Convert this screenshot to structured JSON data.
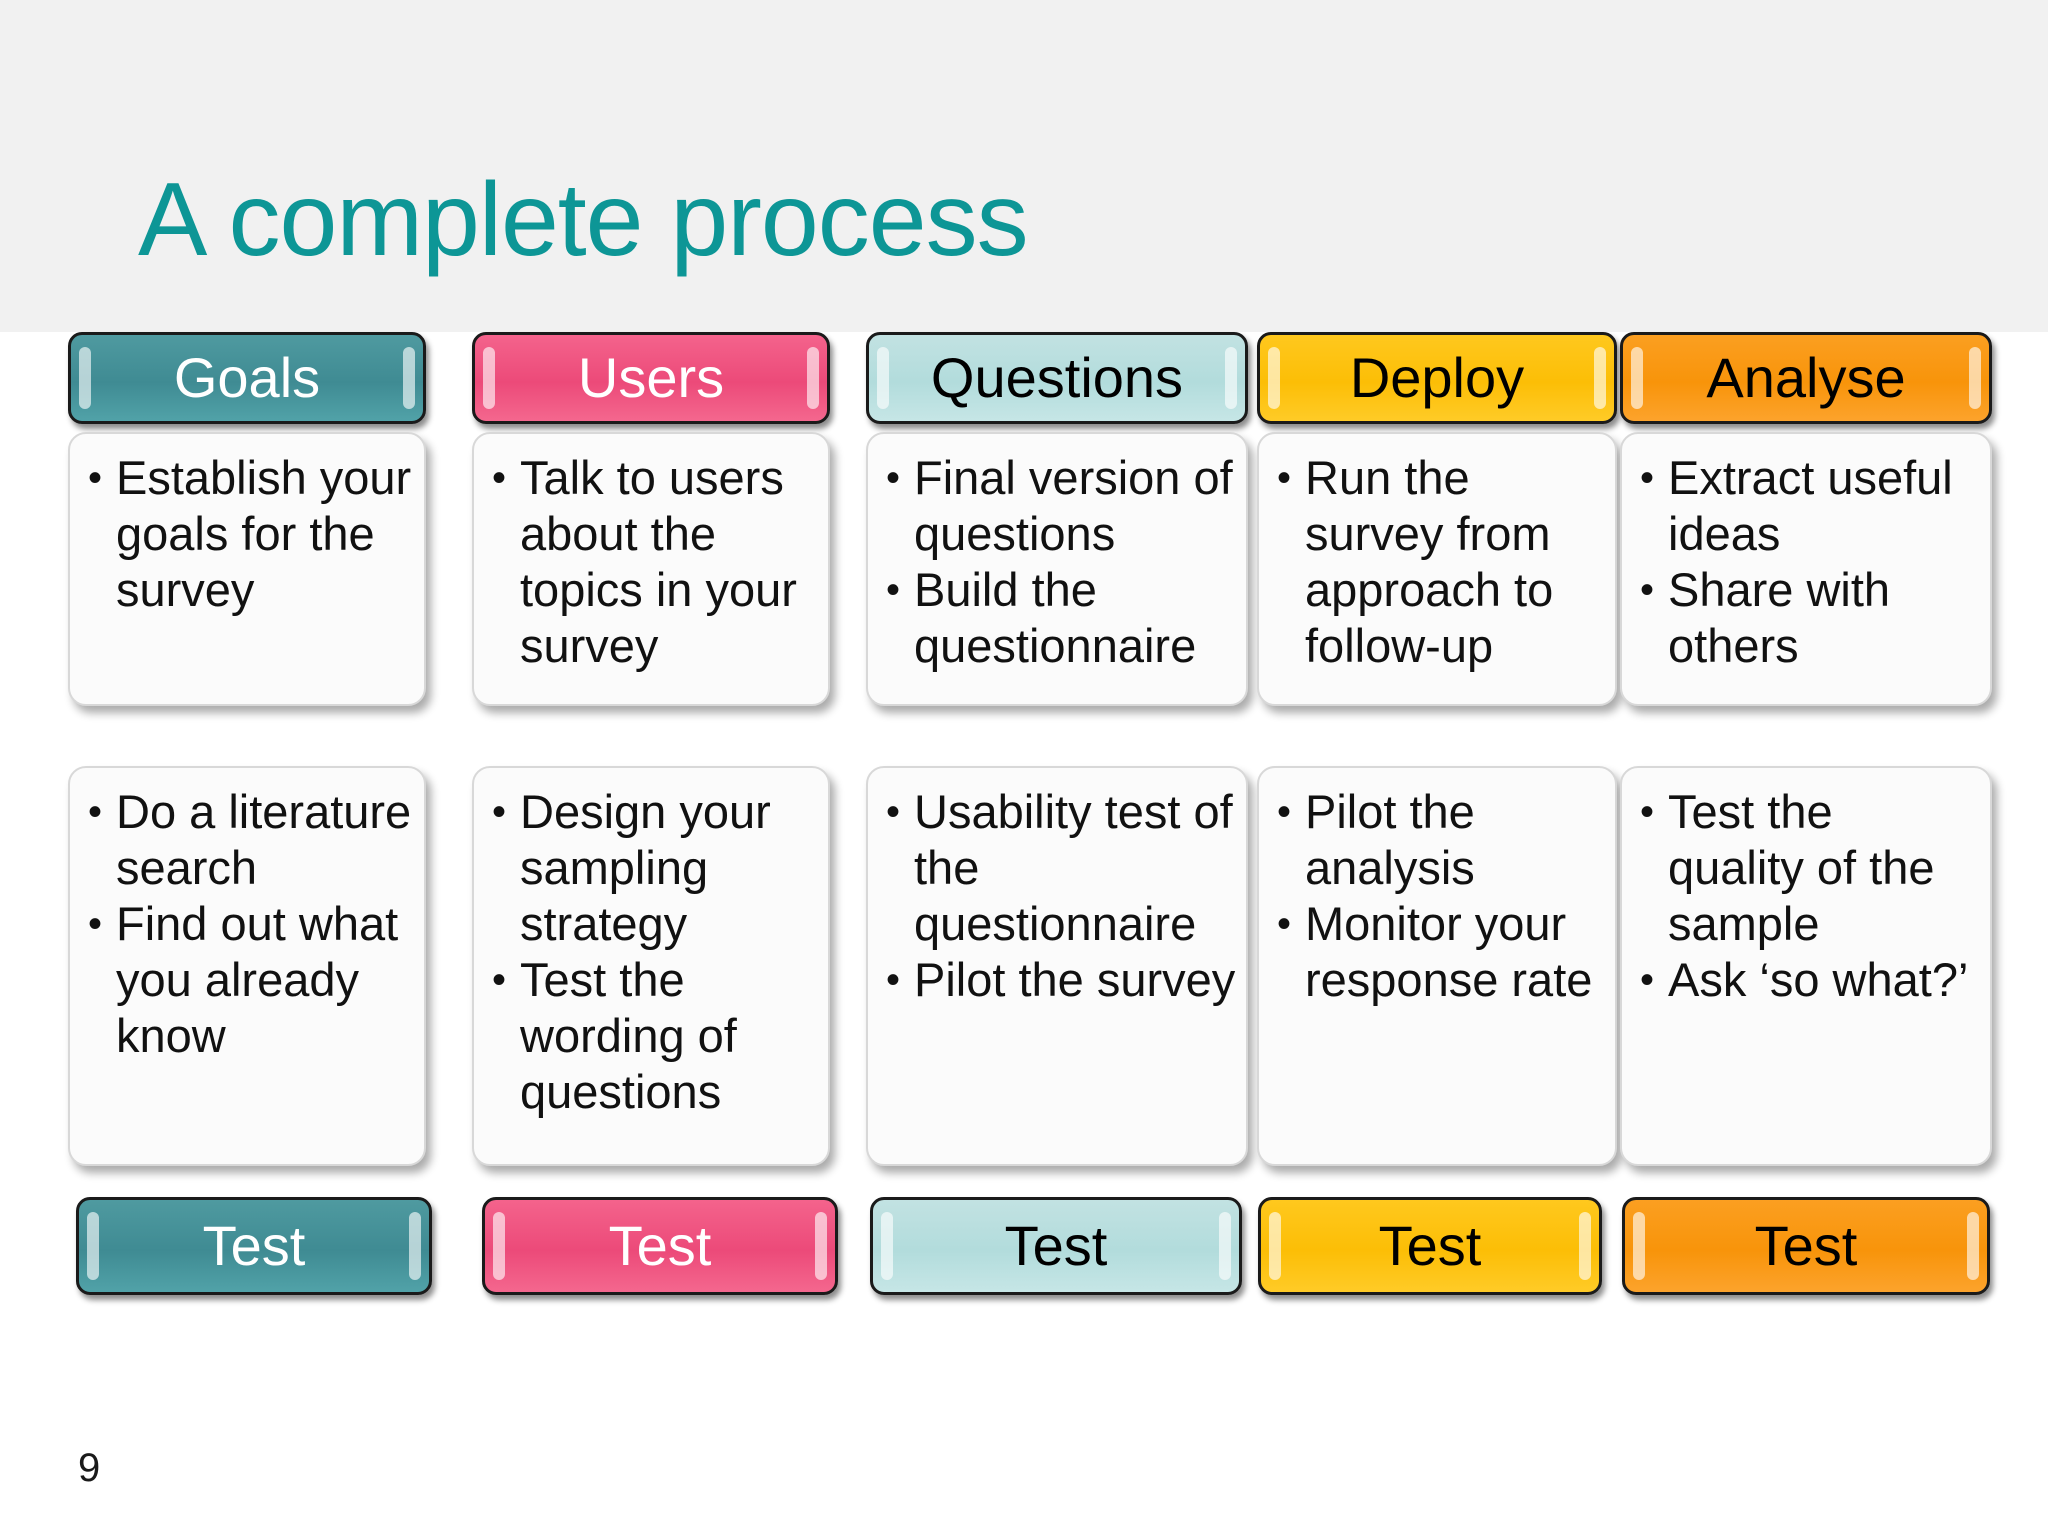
{
  "slide": {
    "title": "A complete process",
    "page_number": "9",
    "accent_color": "#0d9696",
    "band_color": "#f1f1f1"
  },
  "columns": [
    {
      "header": "Goals",
      "color": "#3f8b93",
      "color_name": "teal",
      "header_text_color": "#ffffff",
      "row1": [
        "Establish your goals for the survey"
      ],
      "row2": [
        "Do a literature search",
        "Find out what you already know"
      ],
      "test": "Test"
    },
    {
      "header": "Users",
      "color": "#ec4a79",
      "color_name": "pink",
      "header_text_color": "#ffffff",
      "row1": [
        "Talk to users about the topics in your survey"
      ],
      "row2": [
        "Design your sampling strategy",
        "Test the wording of questions"
      ],
      "test": "Test"
    },
    {
      "header": "Questions",
      "color": "#b2dcdc",
      "color_name": "ice",
      "header_text_color": "#000000",
      "row1": [
        "Final version of questions",
        "Build the questionnaire"
      ],
      "row2": [
        "Usability test of the questionnaire",
        "Pilot the survey"
      ],
      "test": "Test"
    },
    {
      "header": "Deploy",
      "color": "#fcbe06",
      "color_name": "yellow",
      "header_text_color": "#000000",
      "row1": [
        "Run the survey from approach to follow-up"
      ],
      "row2": [
        "Pilot the analysis",
        "Monitor your response rate"
      ],
      "test": "Test"
    },
    {
      "header": "Analyse",
      "color": "#f8940a",
      "color_name": "orange",
      "header_text_color": "#000000",
      "row1": [
        "Extract useful ideas",
        "Share with others"
      ],
      "row2": [
        "Test the quality of the sample",
        "Ask ‘so what?’"
      ],
      "test": "Test"
    }
  ]
}
